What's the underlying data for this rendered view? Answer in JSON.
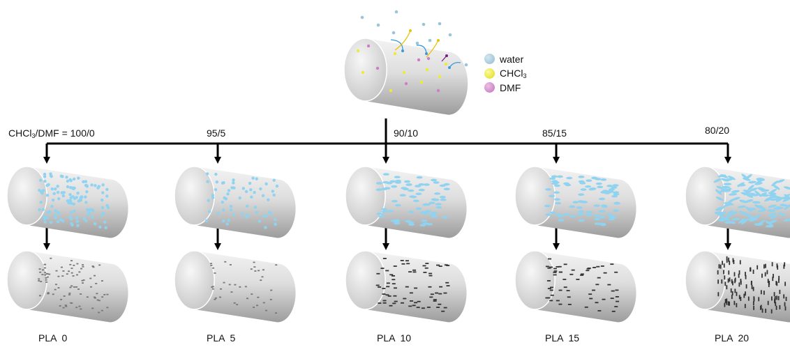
{
  "legend": {
    "items": [
      {
        "label": "water",
        "color": "#9cc4d8"
      },
      {
        "label": "CHCl",
        "sub": "3",
        "color": "#ecea3a"
      },
      {
        "label": "DMF",
        "color": "#cc7fc4"
      }
    ]
  },
  "ratio_prefix": "CHCl",
  "ratio_prefix_sub": "3",
  "ratio_prefix_tail": "/DMF = 100/0",
  "ratios": [
    "95/5",
    "90/10",
    "85/15",
    "80/20"
  ],
  "samples": [
    "PLA  0",
    "PLA  5",
    "PLA  10",
    "PLA  15",
    "PLA  20"
  ],
  "colors": {
    "cylinder_light": "#f1f1f1",
    "cylinder_dark": "#9a9a9a",
    "droplet": "#8fd3f0",
    "pore": "#333333",
    "line": "#000000"
  }
}
